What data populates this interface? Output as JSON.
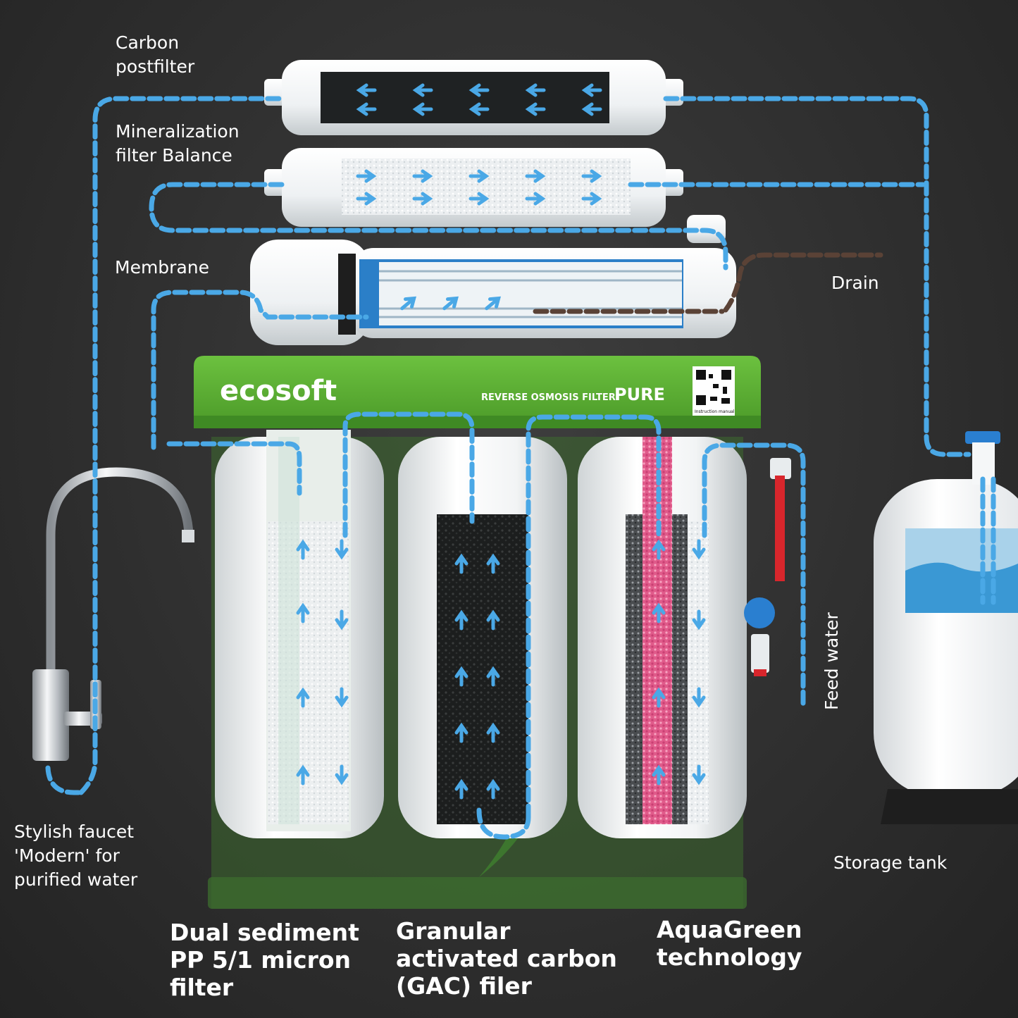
{
  "brand": {
    "logo_text": "ecosoft",
    "product_prefix": "REVERSE OSMOSIS FILTER",
    "product_name": "PURE",
    "qr_caption": "Instruction manual"
  },
  "labels": {
    "carbon_postfilter": "Carbon\npostfilter",
    "mineralization": "Mineralization\nfilter Balance",
    "membrane": "Membrane",
    "drain": "Drain",
    "feed_water": "Feed water",
    "faucet": "Stylish faucet\n'Modern' for\npurified water",
    "storage_tank": "Storage tank",
    "stage1": "Dual sediment\nPP 5/1 micron\nfilter",
    "stage2": "Granular\nactivated carbon\n(GAC) filer",
    "stage3": "AquaGreen\ntechnology"
  },
  "colors": {
    "water_line": "#4aa8e6",
    "drain_line": "#5a4236",
    "brand_green": "#5db136",
    "feed_valve_red": "#d8262c",
    "valve_blue": "#2a7fd0"
  }
}
